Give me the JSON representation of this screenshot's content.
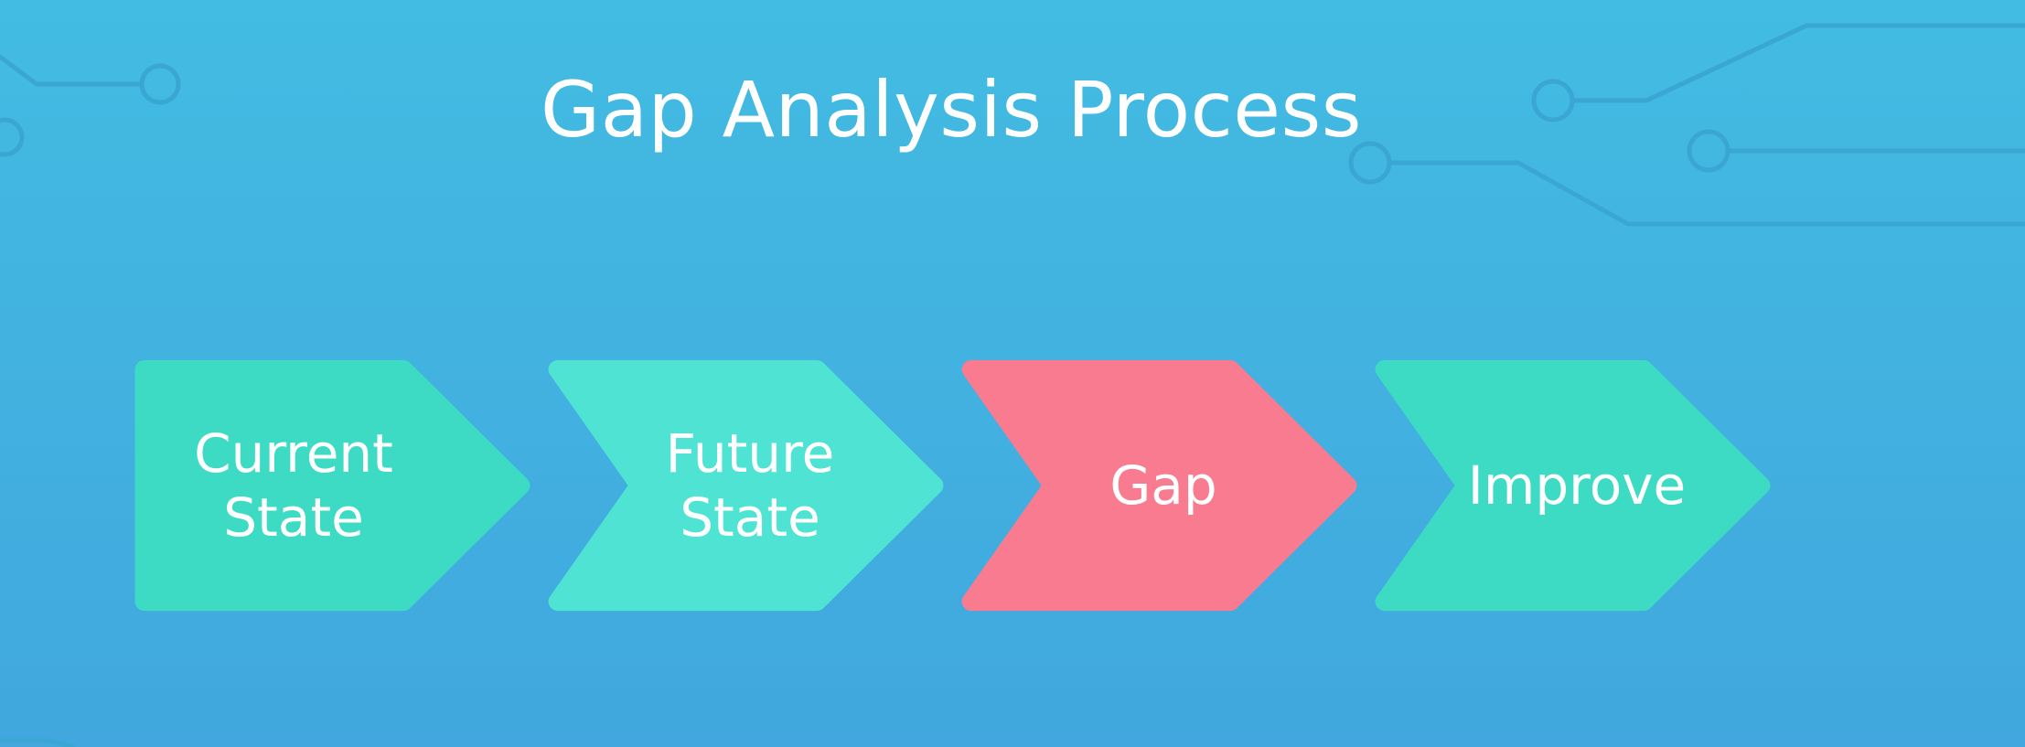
{
  "title": "Gap Analysis Process",
  "colors": {
    "background_top": "#42bce2",
    "background_bottom": "#41a7de",
    "circuit": "#3aa6d4",
    "step_teal_dark": "#3ddbc4",
    "step_teal_light": "#4fe3d3",
    "step_pink": "#f87b8f",
    "text": "#ffffff"
  },
  "steps": [
    {
      "lines": [
        "Current",
        "State"
      ],
      "color": "#3ddbc4",
      "first": true
    },
    {
      "lines": [
        "Future",
        "State"
      ],
      "color": "#4fe3d3",
      "first": false
    },
    {
      "lines": [
        "Gap"
      ],
      "color": "#f87b8f",
      "first": false
    },
    {
      "lines": [
        "Improve"
      ],
      "color": "#3ddbc4",
      "first": false
    }
  ]
}
